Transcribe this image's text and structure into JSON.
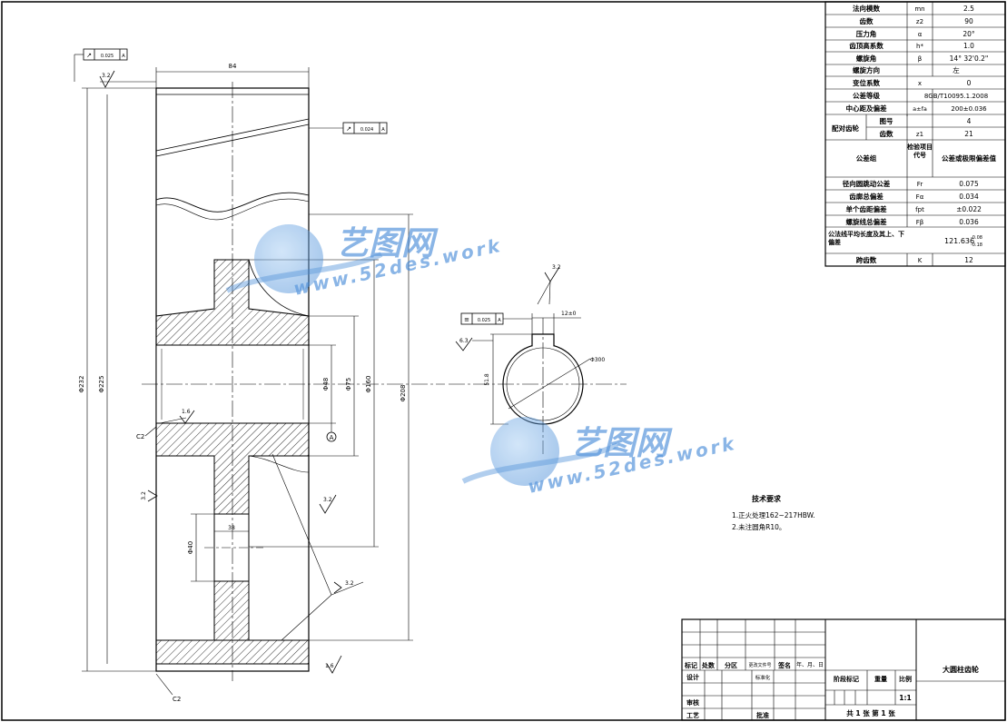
{
  "params_table": {
    "rows": [
      {
        "name": "法向模数",
        "symbol": "mn",
        "value": "2.5"
      },
      {
        "name": "齿数",
        "symbol": "z2",
        "value": "90"
      },
      {
        "name": "压力角",
        "symbol": "α",
        "value": "20°"
      },
      {
        "name": "齿顶高系数",
        "symbol": "h*",
        "value": "1.0"
      },
      {
        "name": "螺旋角",
        "symbol": "β",
        "value": "14° 32'0.2\""
      },
      {
        "name": "螺旋方向",
        "symbol": "",
        "value": "左"
      },
      {
        "name": "变位系数",
        "symbol": "x",
        "value": "0"
      },
      {
        "name": "公差等级",
        "symbol": "",
        "value": "8GB/T10095.1.2008"
      },
      {
        "name": "中心距及偏差",
        "symbol": "a±fa",
        "value": "200±0.036"
      }
    ],
    "mating": {
      "label": "配对齿轮",
      "sub1": "图号",
      "val1": "4",
      "sub2": "齿数",
      "sym2": "z1",
      "val2": "21"
    },
    "tolerance_header": {
      "group": "公差组",
      "code": "检验项目代号",
      "value": "公差或极限偏差值"
    },
    "tolerance_rows": [
      {
        "name": "径向圆跳动公差",
        "symbol": "Fr",
        "value": "0.075"
      },
      {
        "name": "齿廓总偏差",
        "symbol": "Fα",
        "value": "0.034"
      },
      {
        "name": "单个齿距偏差",
        "symbol": "fpt",
        "value": "±0.022"
      },
      {
        "name": "螺旋线总偏差",
        "symbol": "Fβ",
        "value": "0.036"
      }
    ],
    "base_tangent": {
      "name": "公法线平均长度及其上、下偏差",
      "value": "121.636",
      "upper": "-0.08",
      "lower": "-0.18"
    },
    "span_teeth": {
      "name": "跨齿数",
      "symbol": "K",
      "value": "12"
    }
  },
  "watermarks": [
    {
      "cn": "艺图网",
      "url": "www.52des.work"
    },
    {
      "cn": "艺图网",
      "url": "www.52des.work"
    }
  ],
  "tech_requirements": {
    "title": "技术要求",
    "items": [
      "1.正火处理162~217HBW.",
      "2.未注圆角R10。"
    ]
  },
  "dimensions": {
    "width_top": "84",
    "dia_tip": "Φ232",
    "dia_root": "Φ225",
    "dia_bore": "Φ48",
    "dia_hub": "Φ75",
    "dia_web_outer": "Φ160",
    "dia_web_inner": "Φ208",
    "hole_dia": "Φ40",
    "hole_pitch": "38",
    "keyway_width": "12±0",
    "keyway_depth": "51.8",
    "keyway_arc": "Φ300",
    "chamfer_1": "C2",
    "chamfer_2": "C2",
    "datum": "A"
  },
  "roughness": {
    "top_left": "3.2",
    "left_mid": "3.2",
    "hub_line": "1.6",
    "web_right": "3.2",
    "bottom_right": "1.6",
    "keyway": "3.2",
    "key_left": "6.3",
    "general": "3.2"
  },
  "tolerance_frames": [
    {
      "symbol": "↗",
      "value": "0.025",
      "datum": "A"
    },
    {
      "symbol": "↗",
      "value": "0.024",
      "datum": "A"
    },
    {
      "symbol": "≡",
      "value": "0.025",
      "datum": "A"
    }
  ],
  "title_block": {
    "header": [
      "标记",
      "处数",
      "分区",
      "更改文件号",
      "签名",
      "年、月、日"
    ],
    "design": "设计",
    "standard": "标准化",
    "review": "审核",
    "process": "工艺",
    "approve": "批准",
    "stage": "阶段标记",
    "weight": "重量",
    "scale_label": "比例",
    "scale": "1:1",
    "sheet": "共 1 张 第 1 张",
    "part_name": "大圆柱齿轮"
  }
}
